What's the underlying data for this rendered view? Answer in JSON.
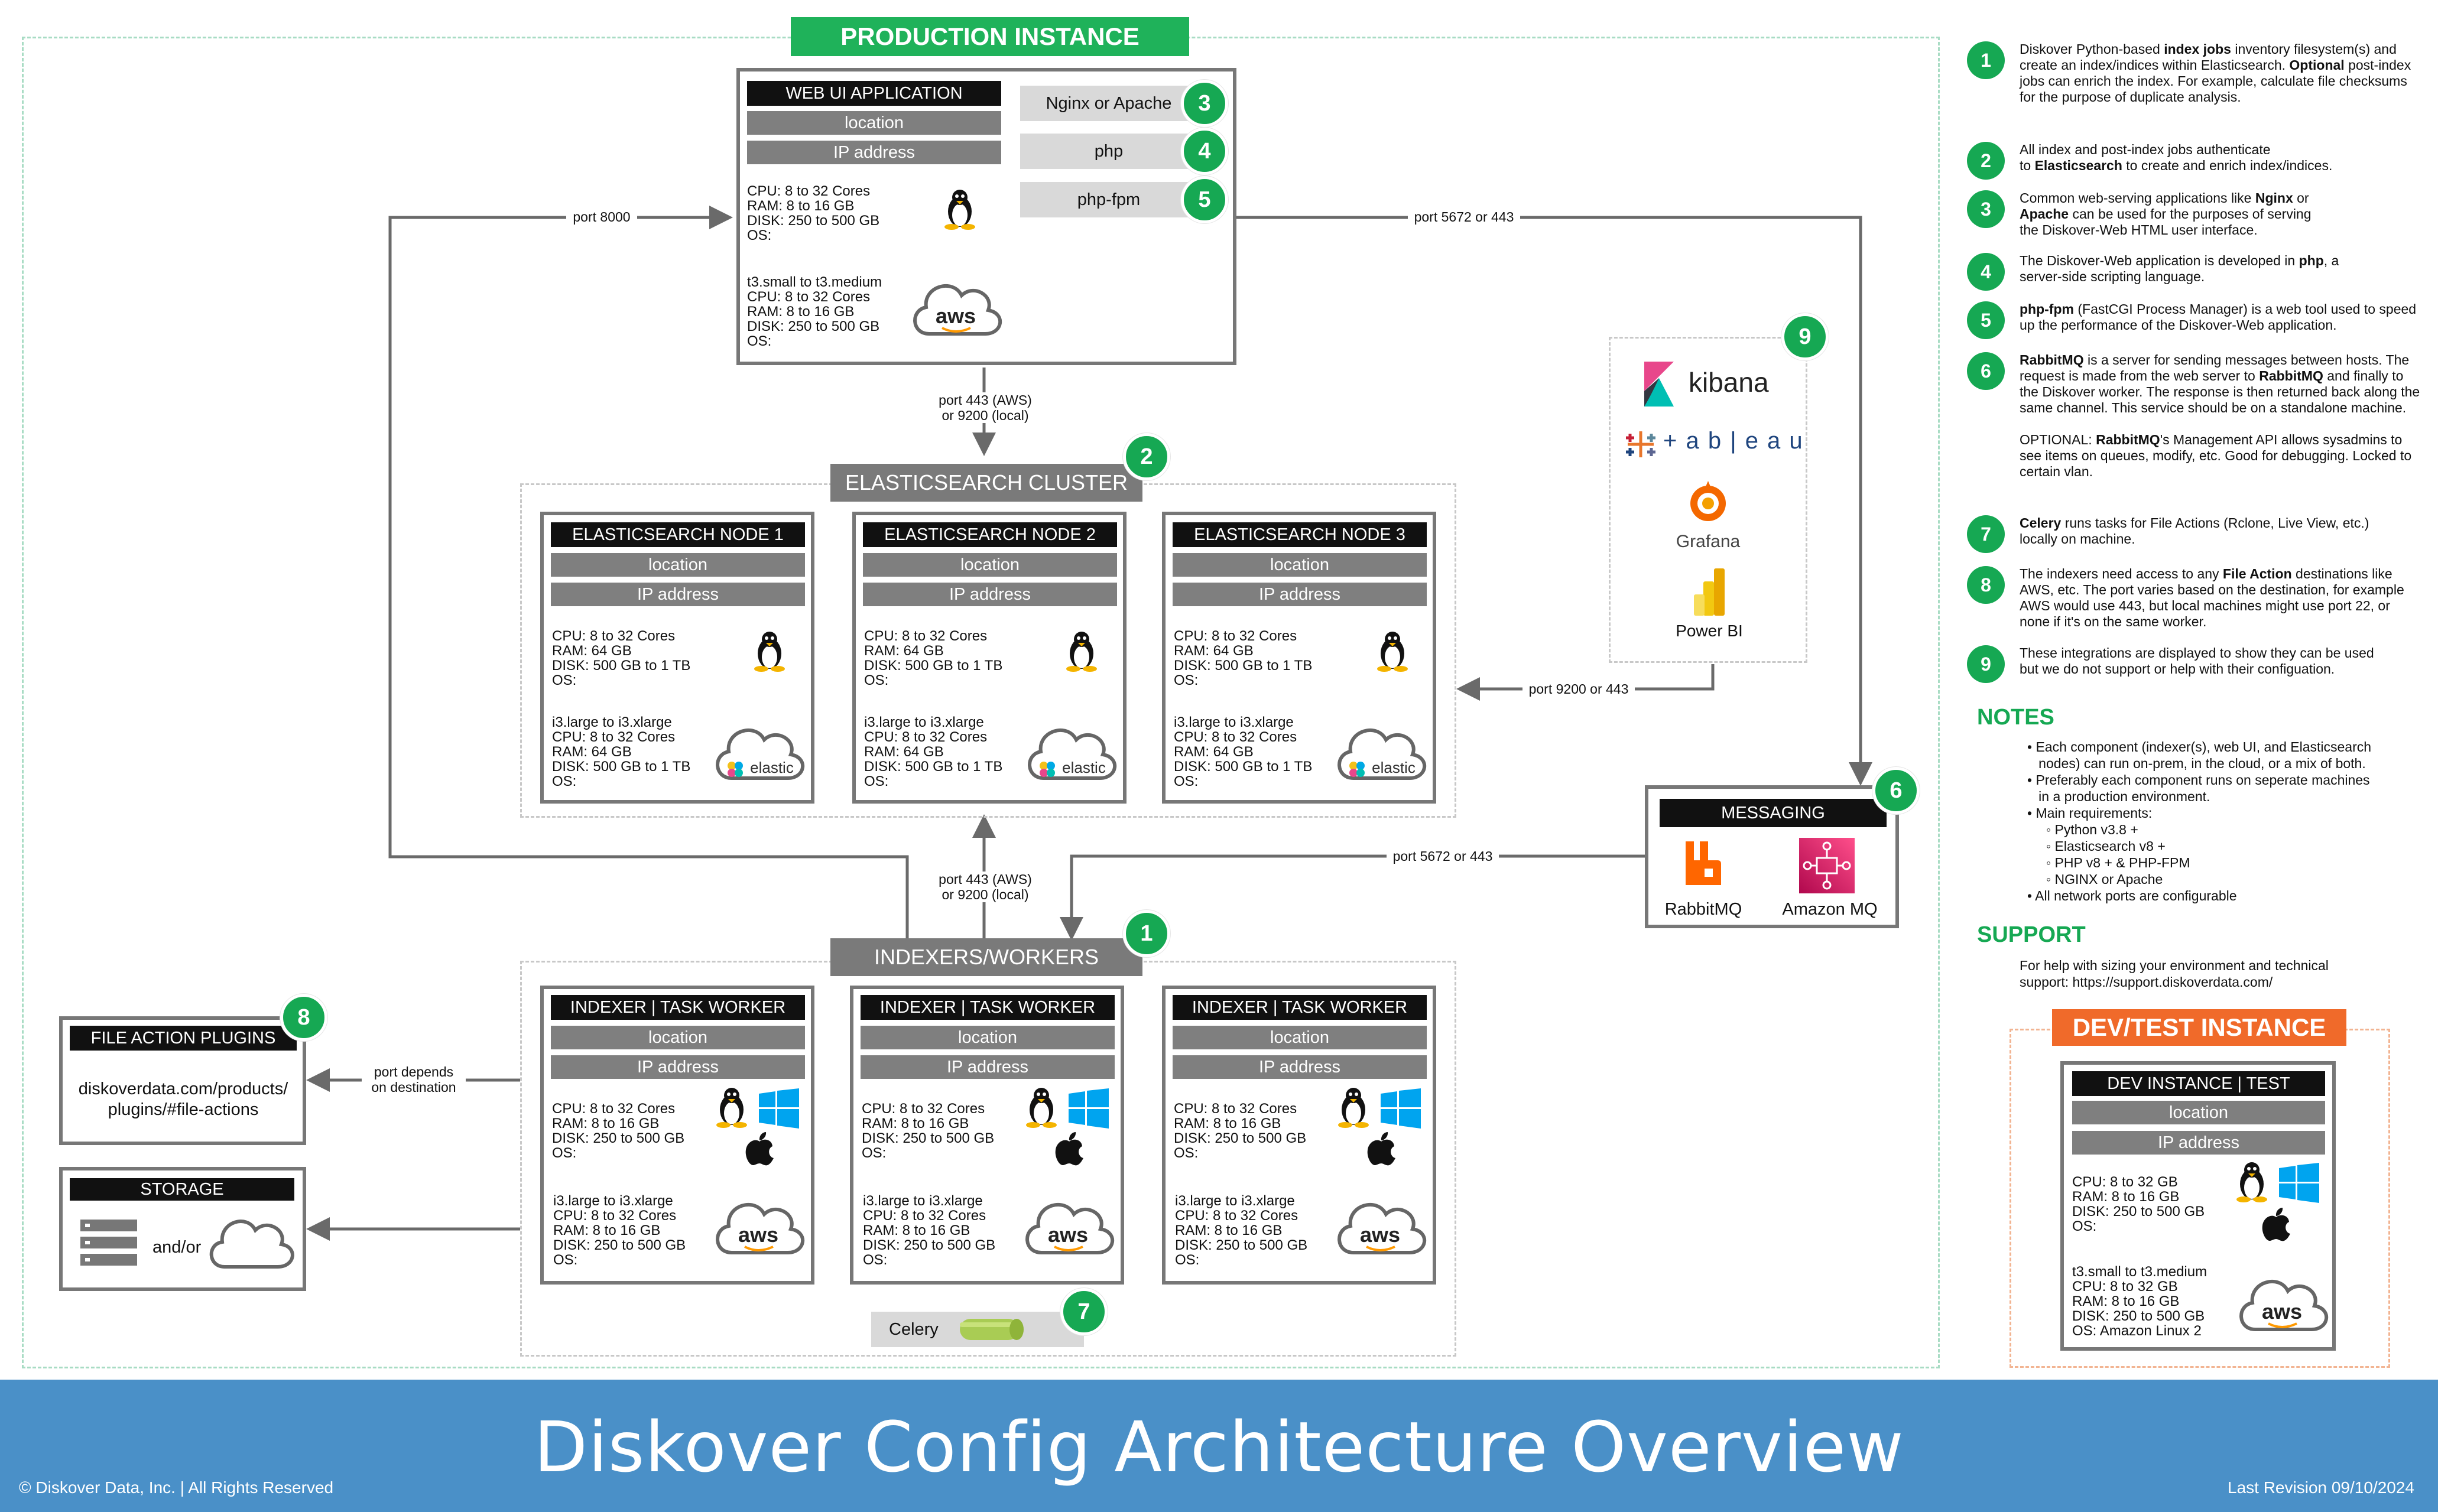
{
  "production": {
    "title": "PRODUCTION INSTANCE",
    "web_ui": {
      "title": "WEB UI APPLICATION",
      "location": "location",
      "ip": "IP address",
      "spec1": "CPU: 8 to 32 Cores\nRAM: 8 to 16 GB\nDISK: 250 to 500 GB\nOS:",
      "spec2": "t3.small to t3.medium\nCPU: 8 to 32 Cores\nRAM: 8 to 16 GB\nDISK: 250 to 500 GB\nOS:",
      "services": [
        "Nginx or Apache",
        "php",
        "php-fpm"
      ],
      "service_numbers": [
        "3",
        "4",
        "5"
      ]
    },
    "es_cluster": {
      "title": "ELASTICSEARCH CLUSTER",
      "number": "2",
      "nodes": [
        {
          "title": "ELASTICSEARCH NODE 1",
          "location": "location",
          "ip": "IP address",
          "spec1": "CPU: 8 to 32 Cores\nRAM: 64 GB\nDISK: 500 GB to 1 TB\nOS:",
          "spec2": "i3.large to i3.xlarge\nCPU: 8 to 32 Cores\nRAM: 64 GB\nDISK: 500 GB to 1 TB\nOS:"
        },
        {
          "title": "ELASTICSEARCH NODE 2",
          "location": "location",
          "ip": "IP address",
          "spec1": "CPU: 8 to 32 Cores\nRAM: 64 GB\nDISK: 500 GB to 1 TB\nOS:",
          "spec2": "i3.large to i3.xlarge\nCPU: 8 to 32 Cores\nRAM: 64 GB\nDISK: 500 GB to 1 TB\nOS:"
        },
        {
          "title": "ELASTICSEARCH NODE 3",
          "location": "location",
          "ip": "IP address",
          "spec1": "CPU: 8 to 32 Cores\nRAM: 64 GB\nDISK: 500 GB to 1 TB\nOS:",
          "spec2": "i3.large to i3.xlarge\nCPU: 8 to 32 Cores\nRAM: 64 GB\nDISK: 500 GB to 1 TB\nOS:"
        }
      ],
      "elastic_label": "elastic"
    },
    "indexers": {
      "title": "INDEXERS/WORKERS",
      "number": "1",
      "workers": [
        {
          "title": "INDEXER | TASK WORKER",
          "location": "location",
          "ip": "IP address",
          "spec1": "CPU: 8 to 32 Cores\nRAM: 8 to 16 GB\nDISK: 250 to 500 GB\nOS:",
          "spec2": "i3.large to i3.xlarge\nCPU: 8 to 32 Cores\nRAM: 8 to 16 GB\nDISK: 250 to 500 GB\nOS:"
        },
        {
          "title": "INDEXER | TASK WORKER",
          "location": "location",
          "ip": "IP address",
          "spec1": "CPU: 8 to 32 Cores\nRAM: 8 to 16 GB\nDISK: 250 to 500 GB\nOS:",
          "spec2": "i3.large to i3.xlarge\nCPU: 8 to 32 Cores\nRAM: 8 to 16 GB\nDISK: 250 to 500 GB\nOS:"
        },
        {
          "title": "INDEXER | TASK WORKER",
          "location": "location",
          "ip": "IP address",
          "spec1": "CPU: 8 to 32 Cores\nRAM: 8 to 16 GB\nDISK: 250 to 500 GB\nOS:",
          "spec2": "i3.large to i3.xlarge\nCPU: 8 to 32 Cores\nRAM: 8 to 16 GB\nDISK: 250 to 500 GB\nOS:"
        }
      ],
      "celery": "Celery",
      "celery_number": "7"
    },
    "file_actions": {
      "title": "FILE ACTION PLUGINS",
      "number": "8",
      "text": "diskoverdata.com/products/\nplugins/#file-actions"
    },
    "storage": {
      "title": "STORAGE",
      "text": "and/or"
    },
    "messaging": {
      "title": "MESSAGING",
      "number": "6",
      "rabbitmq": "RabbitMQ",
      "amazonmq": "Amazon MQ"
    },
    "integrations": {
      "number": "9",
      "kibana": "kibana",
      "tableau": "+ a b | e a u",
      "grafana": "Grafana",
      "powerbi": "Power BI"
    },
    "ports": {
      "port8000": "port 8000",
      "port5672_top": "port 5672 or 443",
      "port443_top": "port 443 (AWS)\nor 9200 (local)",
      "port9200": "port 9200 or 443",
      "port443_mid": "port 443 (AWS)\nor 9200 (local)",
      "port5672_mid": "port 5672 or 443",
      "port_depends": "port depends\non destination"
    },
    "aws_label": "aws"
  },
  "legend": {
    "items": [
      {
        "n": "1",
        "html": "Diskover Python-based <b>index jobs</b> inventory filesystem(s) and create an index/indices within Elasticsearch. <b>Optional</b> post-index jobs can enrich the index. For example, calculate file checksums for the purpose of duplicate analysis."
      },
      {
        "n": "2",
        "html": "All index and post-index jobs authenticate<br>to <b>Elasticsearch</b> to create and enrich index/indices."
      },
      {
        "n": "3",
        "html": "Common web-serving applications like <b>Nginx</b> or<br><b>Apache</b> can be used for the purposes of serving<br>the Diskover-Web HTML user interface."
      },
      {
        "n": "4",
        "html": "The Diskover-Web application is developed in <b>php</b>, a<br>server-side scripting language."
      },
      {
        "n": "5",
        "html": "<b>php-fpm</b> (FastCGI Process Manager) is a web tool used to speed up the performance of the Diskover-Web application."
      },
      {
        "n": "6",
        "html": "<b>RabbitMQ</b> is a server for sending messages between hosts. The request is made from the web server to <b>RabbitMQ</b> and finally to the Diskover worker. The response is then returned back along the same channel. This service should be on a standalone machine.<br><br>OPTIONAL: <b>RabbitMQ</b>'s Management API allows sysadmins to see items on queues, modify, etc. Good for debugging. Locked to certain vlan."
      },
      {
        "n": "7",
        "html": "<b>Celery</b> runs tasks for File Actions (Rclone, Live View, etc.)<br>locally on machine."
      },
      {
        "n": "8",
        "html": "The indexers need access to any <b>File Action</b> destinations like AWS, etc. The port varies based on the destination, for example AWS would use 443, but local machines might use port 22, or none if it's on the same worker."
      },
      {
        "n": "9",
        "html": "These integrations are displayed to show they can be used<br>but we do not support or help with their configuation."
      }
    ],
    "notes_title": "NOTES",
    "notes": [
      "• Each component (indexer(s), web UI, and Elasticsearch",
      "   nodes) can run on-prem, in the cloud, or a mix of both.",
      "• Preferably each component runs on seperate machines",
      "   in a production environment.",
      "• Main requirements:",
      "     ◦ Python v3.8 +",
      "     ◦ Elasticsearch v8 +",
      "     ◦ PHP v8 + & PHP-FPM",
      "     ◦ NGINX or Apache",
      "• All network ports are configurable"
    ],
    "support_title": "SUPPORT",
    "support_text": "For help with sizing your environment and technical\nsupport: https://support.diskoverdata.com/"
  },
  "devtest": {
    "title": "DEV/TEST INSTANCE",
    "box_title": "DEV INSTANCE | TEST",
    "location": "location",
    "ip": "IP address",
    "spec1": "CPU: 8 to 32 GB\nRAM: 8 to 16 GB\nDISK: 250 to 500 GB\nOS:",
    "spec2": "t3.small to t3.medium\nCPU: 8 to 32 GB\nRAM: 8 to 16 GB\nDISK: 250 to 500 GB\nOS: Amazon Linux 2"
  },
  "footer": {
    "title": "Diskover Config Architecture Overview",
    "copyright": "© Diskover Data, Inc. | All Rights Reserved",
    "revision": "Last Revision 09/10/2024"
  },
  "colors": {
    "green": "#16a853",
    "footer_blue": "#4a90c8",
    "orange": "#f06a2a",
    "grey": "#7f7f7f"
  }
}
